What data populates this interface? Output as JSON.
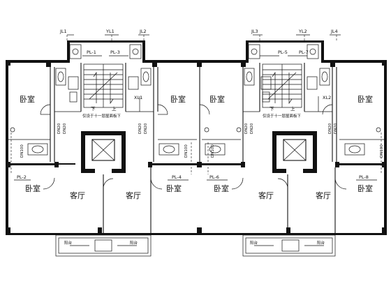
{
  "pipes": {
    "jl1": "JL1",
    "yl1": "YL1",
    "jl2": "JL2",
    "jl3": "JL3",
    "yl2": "YL2",
    "jl4": "JL4",
    "pl1": "PL-1",
    "pl3": "PL-3",
    "pl5": "PL-5",
    "pl7": "PL-7",
    "pl2": "PL-2",
    "pl4": "PL-4",
    "pl6": "PL-6",
    "pl8": "PL-8",
    "xl1": "XL1",
    "xl2": "XL2",
    "dn100": "DN100",
    "dn20": "DN20"
  },
  "rooms": {
    "bedroom": "卧室",
    "living": "客厅"
  },
  "stair": {
    "down": "下",
    "up": "上",
    "note": "仅设于十一层屋面板下"
  },
  "balcony": {
    "label": "阳台"
  }
}
